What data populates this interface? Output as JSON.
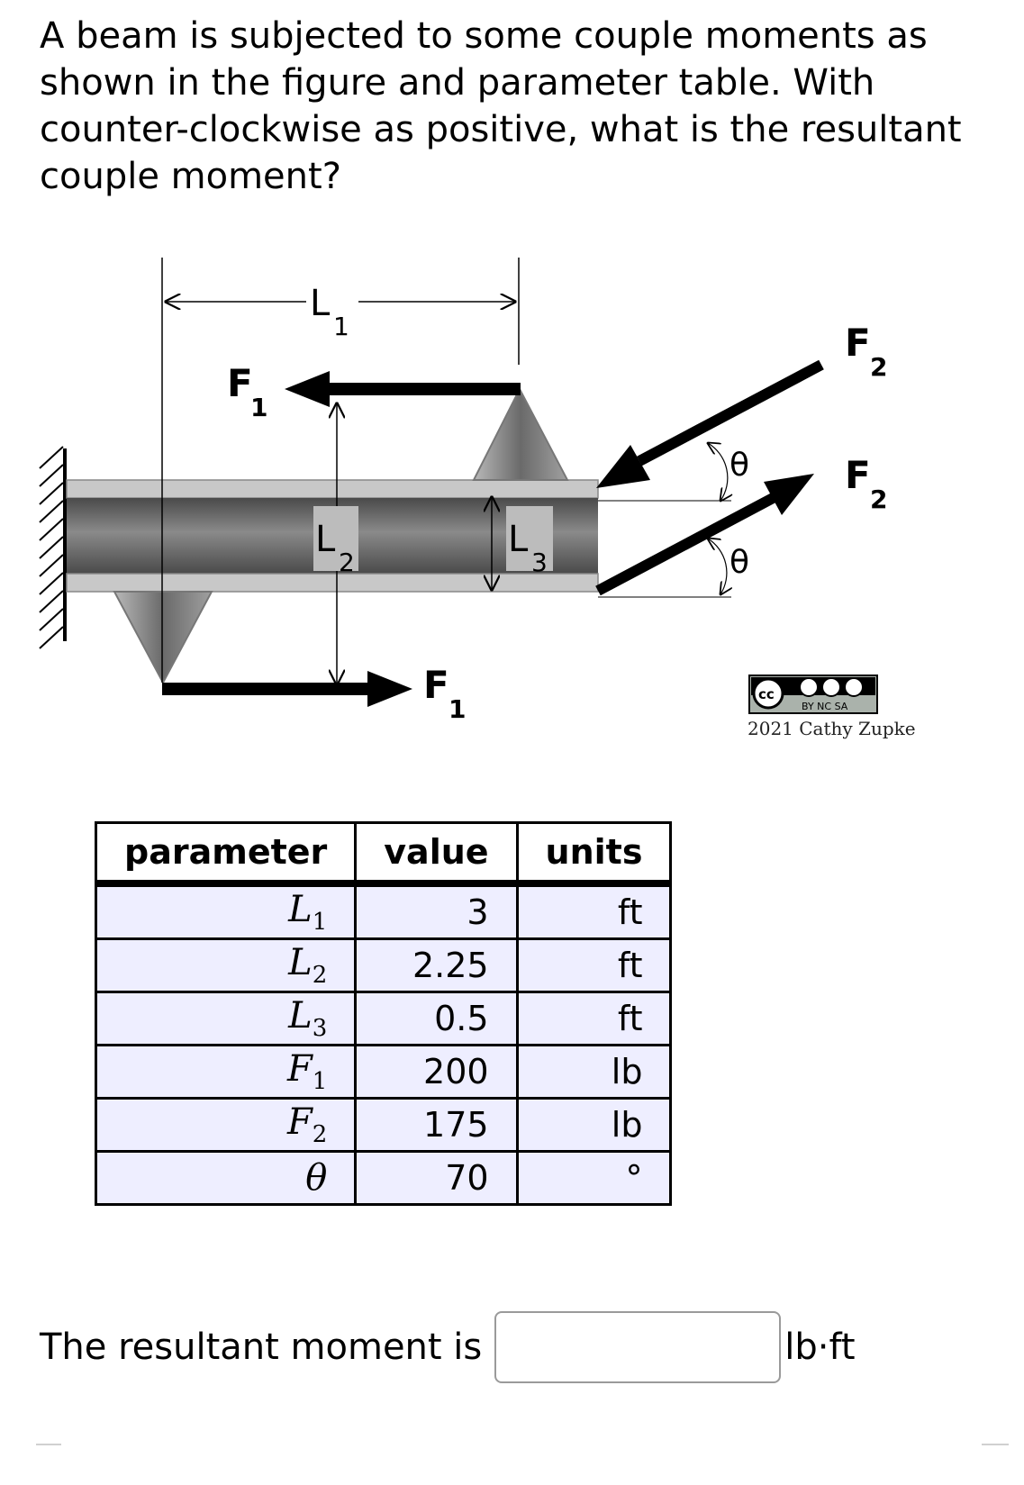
{
  "question": "A beam is subjected to some couple moments as shown in the figure and parameter table. With counter-clockwise as positive, what is the resultant couple moment?",
  "figure": {
    "label_L1": "L",
    "label_L1_sub": "1",
    "label_L2": "L",
    "label_L2_sub": "2",
    "label_L3": "L",
    "label_L3_sub": "3",
    "label_F1_top": "F",
    "label_F1_top_sub": "1",
    "label_F1_bottom": "F",
    "label_F1_bottom_sub": "1",
    "label_F2_top": "F",
    "label_F2_top_sub": "2",
    "label_F2_bottom": "F",
    "label_F2_bottom_sub": "2",
    "label_theta_top": "θ",
    "label_theta_bottom": "θ",
    "license_badge_text": "BY NC SA",
    "license_cc_text": "cc",
    "credit": "2021 Cathy Zupke"
  },
  "table": {
    "headers": [
      "parameter",
      "value",
      "units"
    ],
    "rows": [
      {
        "param": "L1",
        "value": "3",
        "units": "ft"
      },
      {
        "param": "L2",
        "value": "2.25",
        "units": "ft"
      },
      {
        "param": "L3",
        "value": "0.5",
        "units": "ft"
      },
      {
        "param": "F1",
        "value": "200",
        "units": "lb"
      },
      {
        "param": "F2",
        "value": "175",
        "units": "lb"
      },
      {
        "param": "θ",
        "value": "70",
        "units": "°"
      }
    ]
  },
  "answer": {
    "prompt": "The resultant moment is",
    "value": "",
    "units": "lb·ft"
  }
}
